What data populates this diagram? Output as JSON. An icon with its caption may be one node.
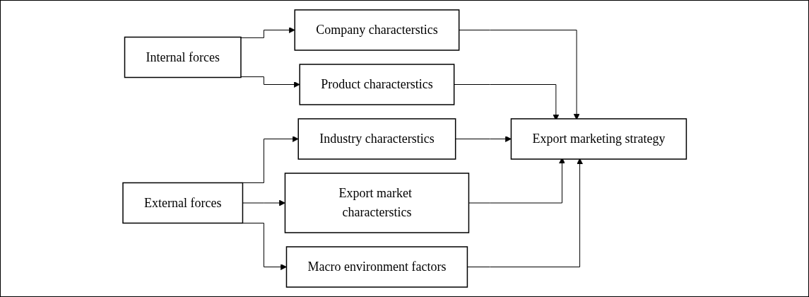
{
  "diagram": {
    "nodes": [
      {
        "text": [
          "Internal forces"
        ]
      },
      {
        "text": [
          "Company characterstics"
        ]
      },
      {
        "text": [
          "Product characterstics"
        ]
      },
      {
        "text": [
          "Industry characterstics"
        ]
      },
      {
        "text": [
          "External forces"
        ]
      },
      {
        "text": [
          "Export market characterstics"
        ]
      },
      {
        "text": [
          "Macro environment factors"
        ]
      },
      {
        "text": [
          "Export marketing strategy"
        ]
      }
    ],
    "edges": [
      {
        "from": 0,
        "to": 1,
        "arrow": "to"
      },
      {
        "from": 0,
        "to": 2,
        "arrow": "to"
      },
      {
        "from": 4,
        "to": 3,
        "arrow": "to"
      },
      {
        "from": 4,
        "to": 5,
        "arrow": "to"
      },
      {
        "from": 4,
        "to": 6,
        "arrow": "to"
      },
      {
        "from": 1,
        "to": 7,
        "arrow": "to"
      },
      {
        "from": 2,
        "to": 7,
        "arrow": "to"
      },
      {
        "from": 3,
        "to": 7,
        "arrow": "to"
      },
      {
        "from": 5,
        "to": 7,
        "arrow": "to"
      },
      {
        "from": 6,
        "to": 7,
        "arrow": "to"
      }
    ]
  }
}
